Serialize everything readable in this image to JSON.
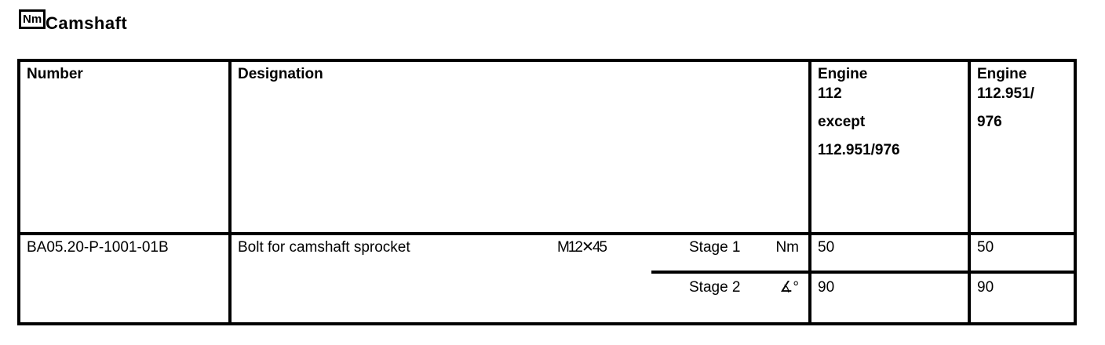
{
  "page": {
    "nm_badge": "Nm",
    "title": "Camshaft",
    "colors": {
      "text": "#000000",
      "background": "#ffffff",
      "border": "#000000"
    }
  },
  "table": {
    "header": {
      "number": "Number",
      "designation": "Designation",
      "engine1_lines": [
        "Engine",
        "112",
        "except",
        "112.951/976"
      ],
      "engine2_lines": [
        "Engine",
        "112.951/",
        "976"
      ]
    },
    "row": {
      "number": "BA05.20-P-1001-01B",
      "designation": "Bolt for camshaft sprocket",
      "size": "M12✕45",
      "stages": [
        {
          "label": "Stage 1",
          "unit": "Nm",
          "engine1": "50",
          "engine2": "50"
        },
        {
          "label": "Stage 2",
          "unit": "∡°",
          "engine1": "90",
          "engine2": "90"
        }
      ]
    }
  }
}
